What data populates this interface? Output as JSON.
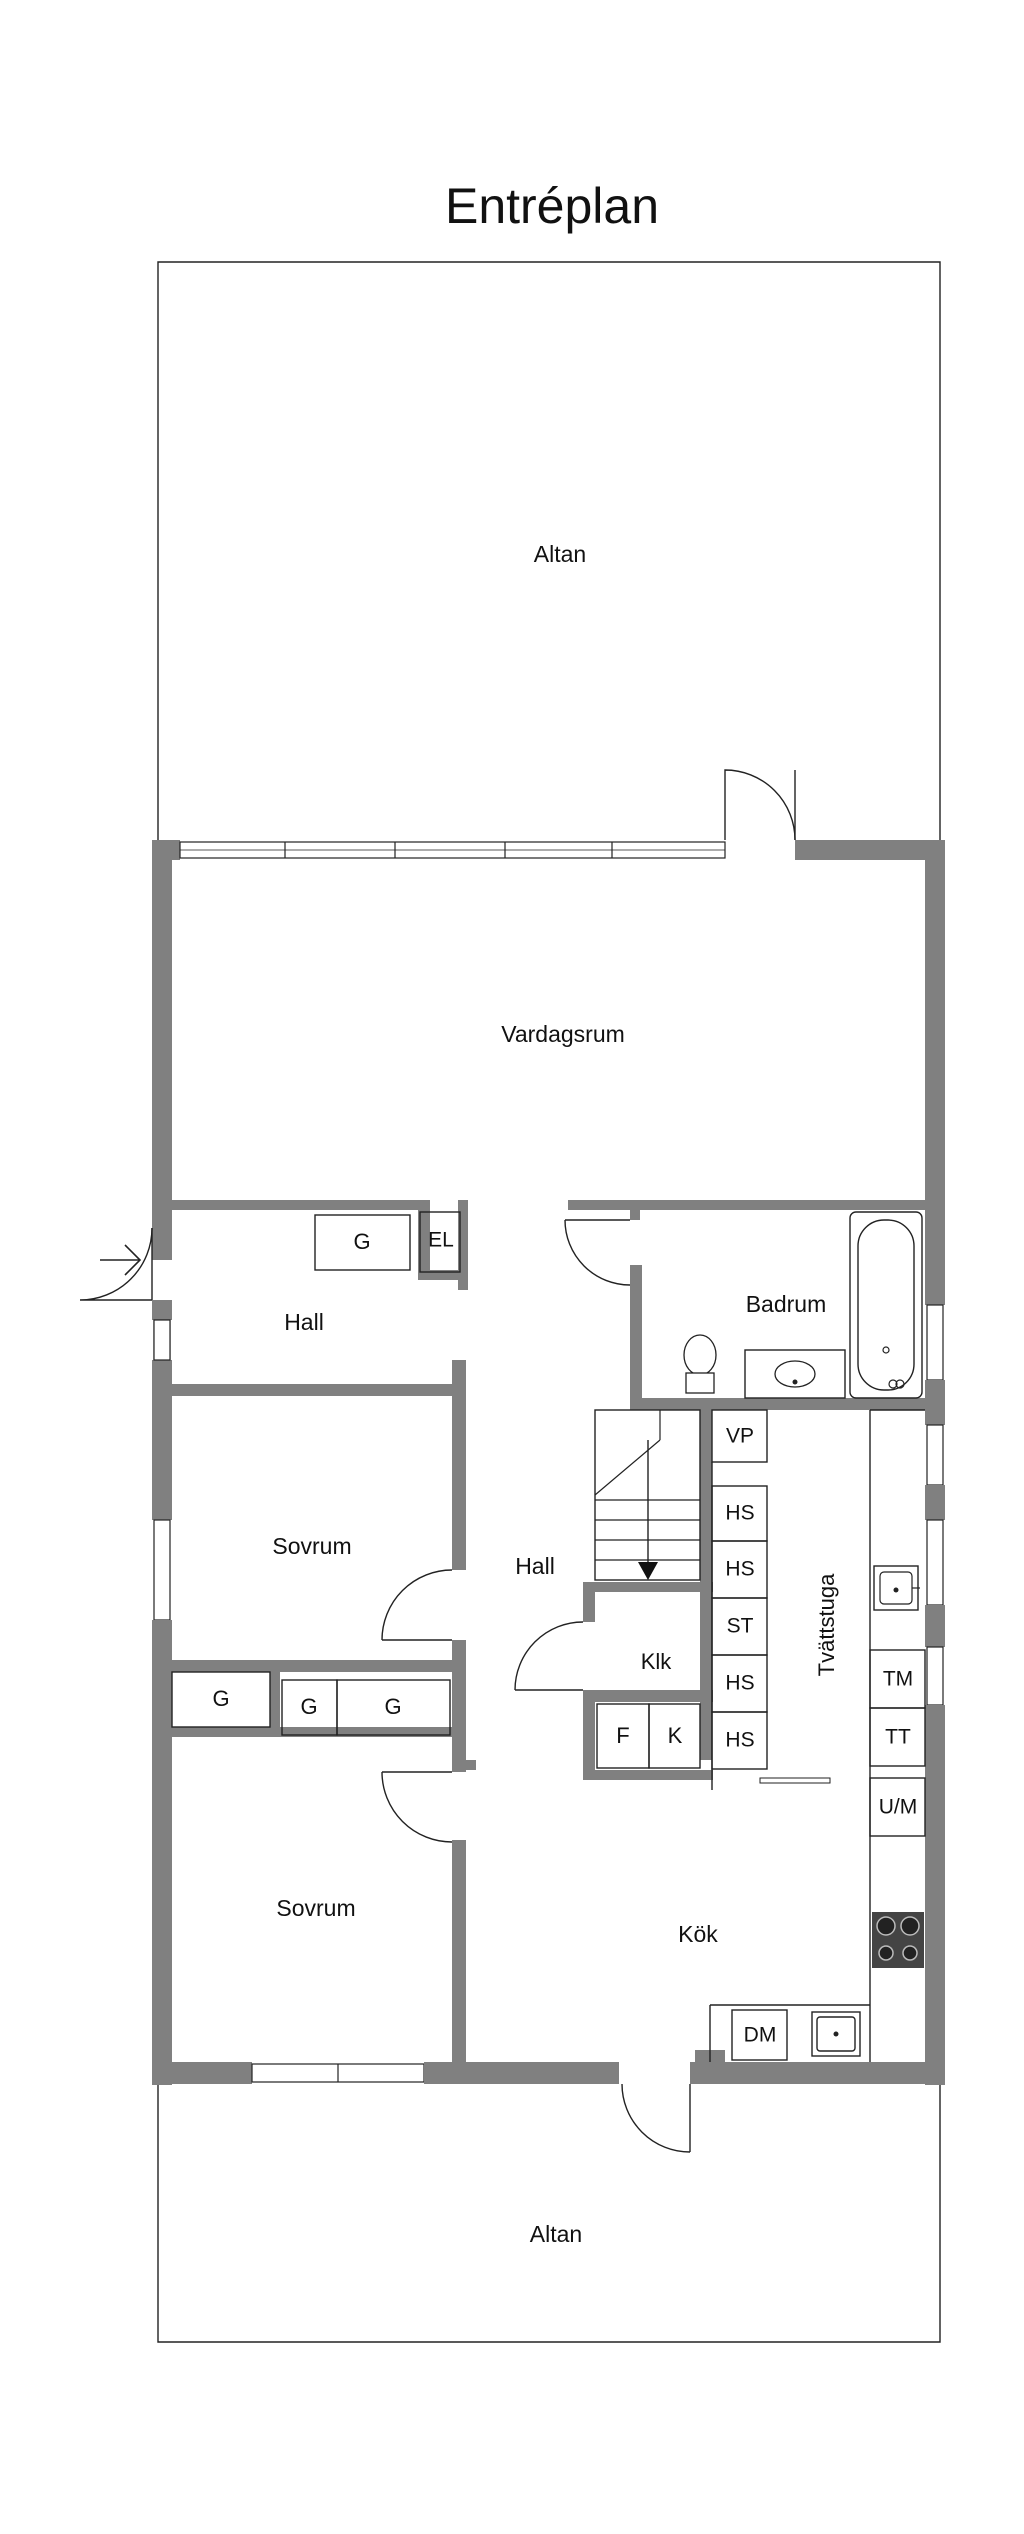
{
  "title": "Entréplan",
  "rooms": {
    "altan_top": "Altan",
    "vardagsrum": "Vardagsrum",
    "hall_entry": "Hall",
    "hall_center": "Hall",
    "badrum": "Badrum",
    "sovrum_upper": "Sovrum",
    "sovrum_lower": "Sovrum",
    "klk": "Klk",
    "tvattstuga": "Tvättstuga",
    "kok": "Kök",
    "altan_bottom": "Altan"
  },
  "fixtures": {
    "g_hall": "G",
    "el": "EL",
    "vp": "VP",
    "hs1": "HS",
    "hs2": "HS",
    "st": "ST",
    "hs3": "HS",
    "hs4": "HS",
    "g_left": "G",
    "g_mid": "G",
    "g_right": "G",
    "f": "F",
    "k": "K",
    "tm": "TM",
    "tt": "TT",
    "um": "U/M",
    "dm": "DM"
  }
}
